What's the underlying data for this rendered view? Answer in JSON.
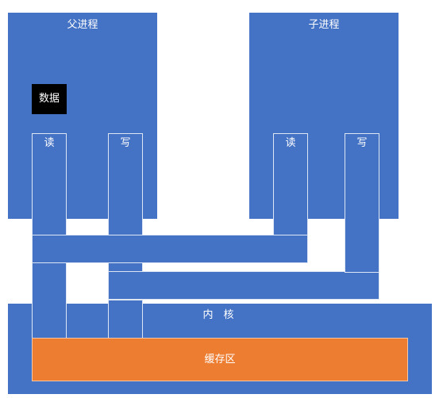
{
  "parent_process": {
    "title": "父进程",
    "data_label": "数据",
    "read_label": "读",
    "write_label": "写"
  },
  "child_process": {
    "title": "子进程",
    "read_label": "读",
    "write_label": "写"
  },
  "kernel": {
    "title": "内　核",
    "buffer_label": "缓存区"
  },
  "colors": {
    "process_blue": "#4472c4",
    "buffer_orange": "#ed7d31",
    "data_black": "#000000"
  }
}
